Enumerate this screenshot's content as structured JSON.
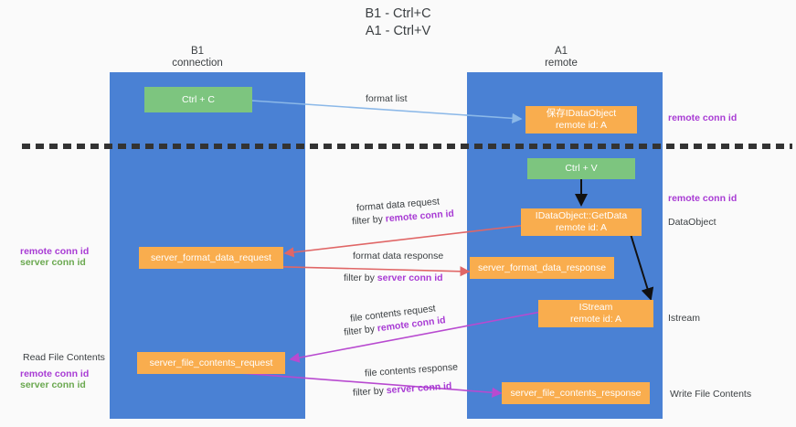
{
  "title": {
    "line1": "B1 - Ctrl+C",
    "line2": "A1 - Ctrl+V"
  },
  "columns": [
    {
      "name": "B1",
      "sub": "connection"
    },
    {
      "name": "A1",
      "sub": "remote"
    }
  ],
  "colors": {
    "lane": "#4a81d4",
    "green_box": "#7dc57f",
    "orange_box": "#f9ad4e",
    "background": "#fafafa",
    "remote_conn_id": "#a83bd4",
    "server_conn_id": "#6aa84f",
    "format_arrow": "#8bb8e8",
    "data_arrow": "#e06666",
    "file_arrow": "#b84ad0",
    "black_arrow": "#000000",
    "dash_line": "#333333"
  },
  "boxes": {
    "ctrl_c": {
      "label": "Ctrl + C"
    },
    "save_dataobject": {
      "line1": "保存IDataObject",
      "line2": "remote id: A"
    },
    "ctrl_v": {
      "label": "Ctrl + V"
    },
    "getdata": {
      "line1": "IDataObject::GetData",
      "line2": "remote id: A"
    },
    "server_format_data_request": {
      "label": "server_format_data_request"
    },
    "server_format_data_response": {
      "label": "server_format_data_response"
    },
    "istream": {
      "line1": "IStream",
      "line2": "remote id: A"
    },
    "server_file_contents_request": {
      "label": "server_file_contents_request"
    },
    "server_file_contents_response": {
      "label": "server_file_contents_response"
    }
  },
  "edge_labels": {
    "format_list": "format list",
    "format_data_request": "format data request",
    "format_data_request_filter_prefix": "filter by ",
    "format_data_request_filter_key": "remote conn id",
    "format_data_response": "format data response",
    "format_data_response_filter_prefix": "filter by ",
    "format_data_response_filter_key": "server conn id",
    "file_contents_request": "file contents request",
    "file_contents_request_filter_prefix": "filter by ",
    "file_contents_request_filter_key": "remote conn id",
    "file_contents_response": "file contents response",
    "file_contents_response_filter_prefix": "filter by ",
    "file_contents_response_filter_key": "server conn id"
  },
  "annotations": {
    "right_remote_conn_id_top": "remote conn id",
    "right_remote_conn_id_mid": "remote conn id",
    "right_dataobject": "DataObject",
    "right_istream": "Istream",
    "right_write_file_contents": "Write File Contents",
    "left_remote_conn_id_mid": "remote conn id",
    "left_server_conn_id_mid": "server conn id",
    "left_read_file_contents": "Read File Contents",
    "left_remote_conn_id_bottom": "remote conn id",
    "left_server_conn_id_bottom": "server conn id"
  }
}
